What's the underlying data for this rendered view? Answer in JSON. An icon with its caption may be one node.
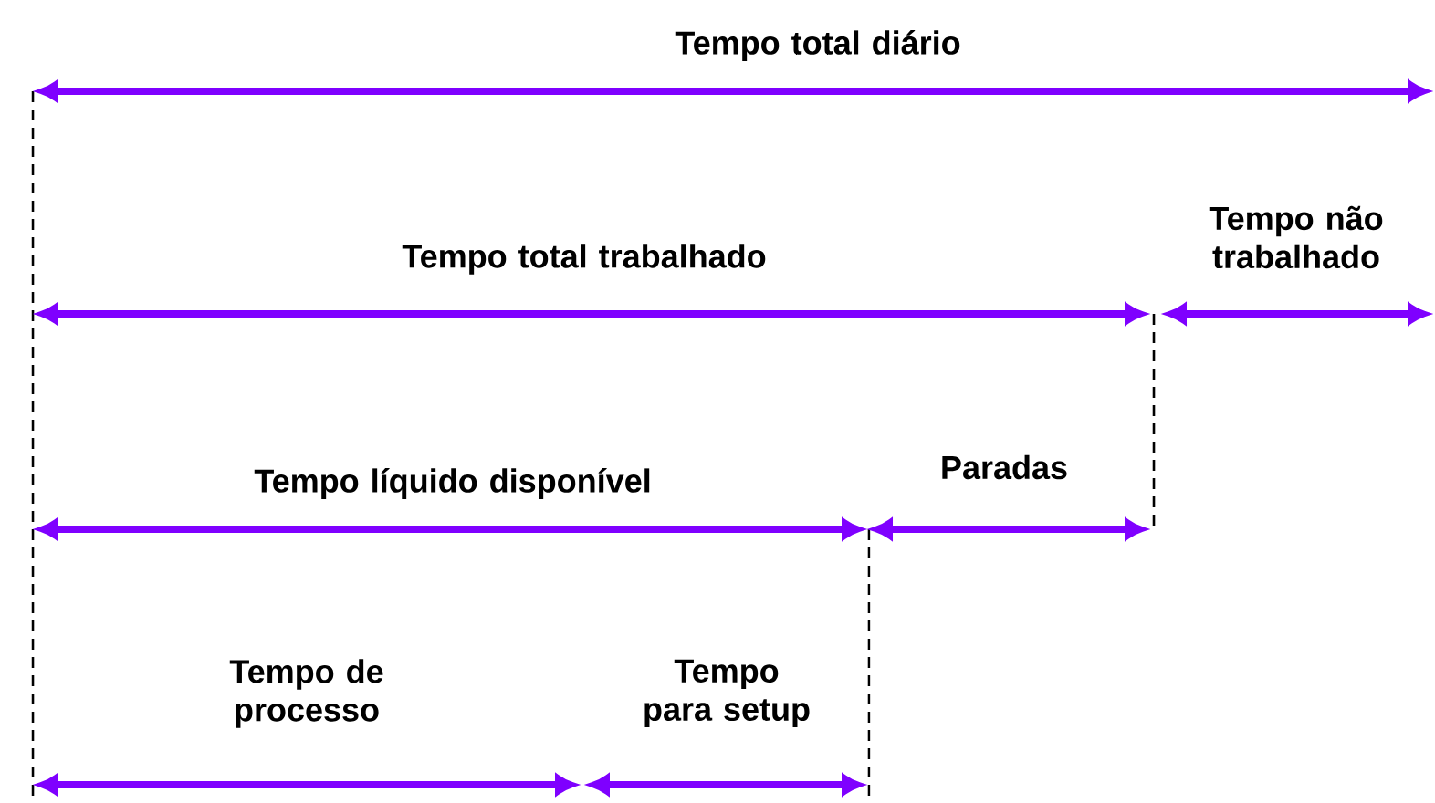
{
  "diagram": {
    "labels": [
      "Tempo total diário",
      "Tempo total trabalhado",
      "Tempo não trabalhado",
      "Tempo líquido disponível",
      "Paradas",
      "Tempo de processo",
      "Tempo para setup"
    ]
  }
}
